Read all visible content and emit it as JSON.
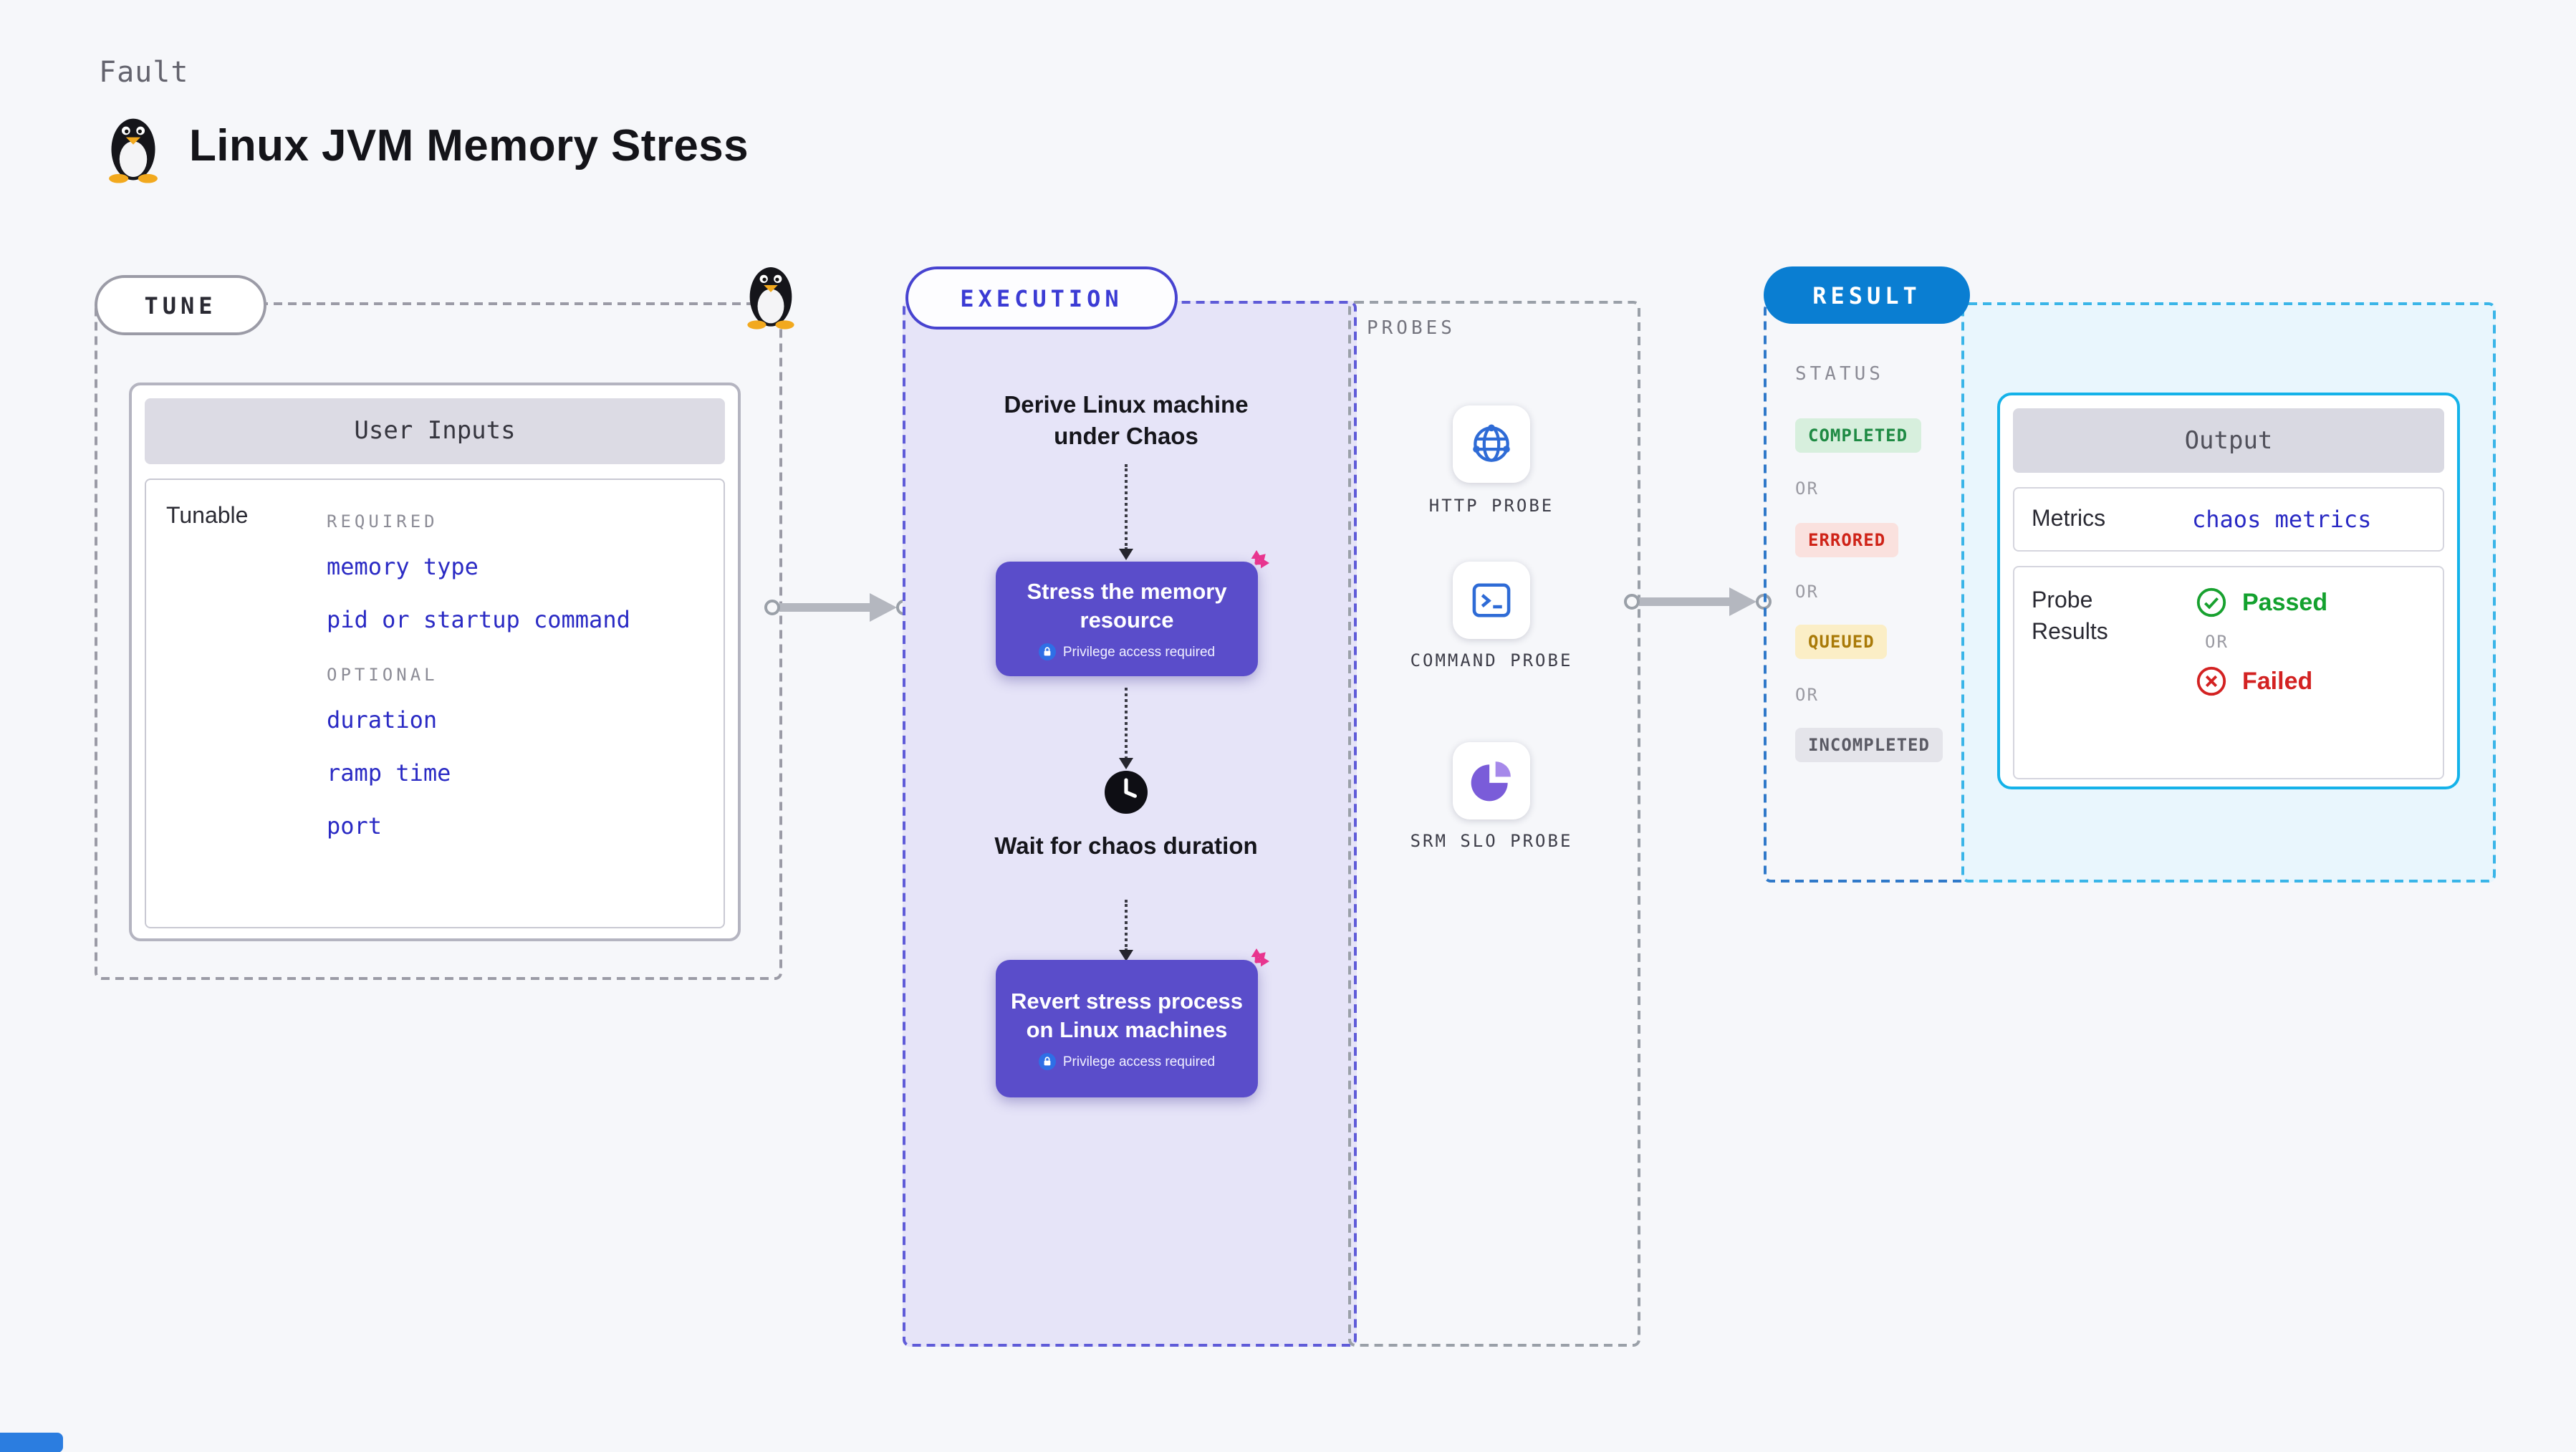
{
  "header": {
    "eyebrow": "Fault",
    "title": "Linux JVM Memory Stress"
  },
  "tune": {
    "pill": "TUNE",
    "card": {
      "title": "User Inputs",
      "row_label": "Tunable",
      "required_label": "REQUIRED",
      "required_items": [
        "memory type",
        "pid or startup command"
      ],
      "optional_label": "OPTIONAL",
      "optional_items": [
        "duration",
        "ramp time",
        "port"
      ]
    }
  },
  "execution": {
    "pill": "EXECUTION",
    "derive_step": "Derive Linux machine under Chaos",
    "stress_step": "Stress the memory resource",
    "privilege_badge": "Privilege access required",
    "wait_step": "Wait for chaos duration",
    "revert_step": "Revert stress process on Linux machines"
  },
  "probes": {
    "label": "PROBES",
    "items": [
      {
        "name": "HTTP PROBE",
        "icon": "globe-network-icon"
      },
      {
        "name": "COMMAND PROBE",
        "icon": "terminal-icon"
      },
      {
        "name": "SRM SLO PROBE",
        "icon": "pie-chart-icon"
      }
    ]
  },
  "result": {
    "pill": "RESULT",
    "status_label": "STATUS",
    "or_label": "OR",
    "statuses": [
      {
        "label": "COMPLETED"
      },
      {
        "label": "ERRORED"
      },
      {
        "label": "QUEUED"
      },
      {
        "label": "INCOMPLETED"
      }
    ],
    "output": {
      "title": "Output",
      "metrics_label": "Metrics",
      "metrics_value": "chaos metrics",
      "probe_results_label": "Probe Results",
      "passed_label": "Passed",
      "failed_label": "Failed"
    }
  },
  "colors": {
    "page_bg": "#f6f7fa",
    "link_blue": "#2a2ac4",
    "execution_purple": "#5a4dca",
    "lavender_bg": "#e6e4f8",
    "result_blue": "#0a7ed2",
    "cyan_accent": "#14b2e9",
    "pink_accent": "#e8358f",
    "passed_green": "#13a12e",
    "failed_red": "#d32222"
  }
}
